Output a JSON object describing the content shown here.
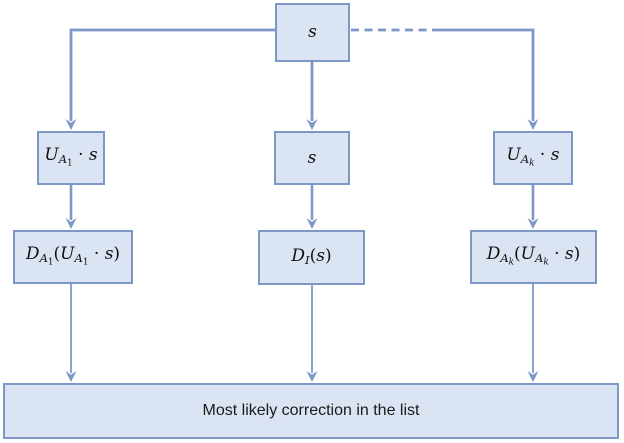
{
  "colors": {
    "bg": "#ffffff",
    "box_fill": "#dbe4f3",
    "box_stroke": "#7d98c6",
    "connector": "#7d98c6",
    "text": "#111111"
  },
  "diagram": {
    "nodes": {
      "source": {
        "plain": "s",
        "parts": [
          [
            "t",
            "s"
          ]
        ]
      },
      "mid_left": {
        "plain": "U_{A_1} · s",
        "parts": [
          [
            "t",
            "U"
          ],
          [
            "s1",
            "A"
          ],
          [
            "s2",
            "1"
          ],
          [
            "o",
            " · "
          ],
          [
            "t",
            "s"
          ]
        ]
      },
      "mid_center": {
        "plain": "s",
        "parts": [
          [
            "t",
            "s"
          ]
        ]
      },
      "mid_right": {
        "plain": "U_{A_k} · s",
        "parts": [
          [
            "t",
            "U"
          ],
          [
            "s1",
            "A"
          ],
          [
            "s2i",
            "k"
          ],
          [
            "o",
            " · "
          ],
          [
            "t",
            "s"
          ]
        ]
      },
      "dec_left": {
        "plain": "D_{A_1}(U_{A_1} · s)",
        "parts": [
          [
            "t",
            "D"
          ],
          [
            "s1",
            "A"
          ],
          [
            "s2",
            "1"
          ],
          [
            "o",
            "("
          ],
          [
            "t",
            "U"
          ],
          [
            "s1",
            "A"
          ],
          [
            "s2",
            "1"
          ],
          [
            "o",
            " · "
          ],
          [
            "t",
            "s"
          ],
          [
            "o",
            ")"
          ]
        ]
      },
      "dec_center": {
        "plain": "D_I(s)",
        "parts": [
          [
            "t",
            "D"
          ],
          [
            "s1",
            "I"
          ],
          [
            "o",
            "("
          ],
          [
            "t",
            "s"
          ],
          [
            "o",
            ")"
          ]
        ]
      },
      "dec_right": {
        "plain": "D_{A_k}(U_{A_k} · s)",
        "parts": [
          [
            "t",
            "D"
          ],
          [
            "s1",
            "A"
          ],
          [
            "s2i",
            "k"
          ],
          [
            "o",
            "("
          ],
          [
            "t",
            "U"
          ],
          [
            "s1",
            "A"
          ],
          [
            "s2i",
            "k"
          ],
          [
            "o",
            " · "
          ],
          [
            "t",
            "s"
          ],
          [
            "o",
            ")"
          ]
        ]
      },
      "result": {
        "label": "Most likely correction in the list"
      }
    }
  }
}
